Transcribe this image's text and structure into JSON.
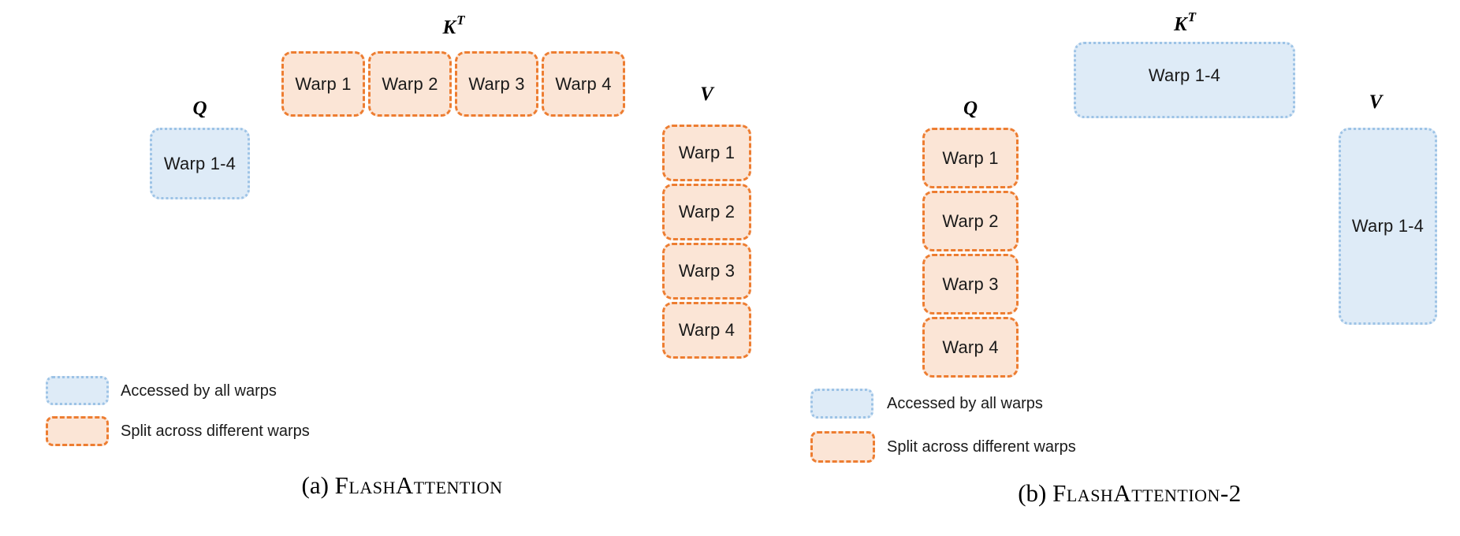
{
  "colors": {
    "orange_border": "#ED7D31",
    "orange_fill": "#FBE5D6",
    "blue_border": "#9DC3E6",
    "blue_fill": "#DEEBF7",
    "text": "#1a1a1a"
  },
  "legend": {
    "all_warps": "Accessed by all warps",
    "split_warps": "Split across different warps"
  },
  "fig_a": {
    "caption_prefix": "(a)",
    "caption_name": "FlashAttention",
    "q": {
      "label": "Q",
      "box": "Warp 1-4"
    },
    "kt": {
      "label_base": "K",
      "label_sup": "T",
      "boxes": [
        "Warp 1",
        "Warp 2",
        "Warp 3",
        "Warp 4"
      ]
    },
    "v": {
      "label": "V",
      "boxes": [
        "Warp 1",
        "Warp 2",
        "Warp 3",
        "Warp 4"
      ]
    }
  },
  "fig_b": {
    "caption_prefix": "(b)",
    "caption_name": "FlashAttention-2",
    "q": {
      "label": "Q",
      "boxes": [
        "Warp 1",
        "Warp 2",
        "Warp 3",
        "Warp 4"
      ]
    },
    "kt": {
      "label_base": "K",
      "label_sup": "T",
      "box": "Warp 1-4"
    },
    "v": {
      "label": "V",
      "box": "Warp 1-4"
    }
  }
}
